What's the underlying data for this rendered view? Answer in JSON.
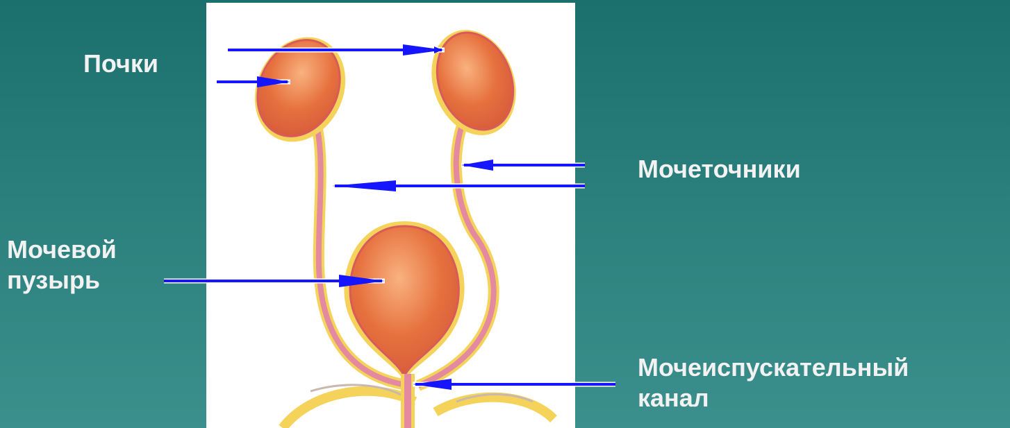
{
  "labels": {
    "kidneys": "Почки",
    "ureters": "Мочеточники",
    "bladder_line1": "Мочевой",
    "bladder_line2": "пузырь",
    "urethra_line1": "Мочеиспускательный",
    "urethra_line2": "канал"
  },
  "colors": {
    "background_top": "#1b6f6d",
    "background_bottom": "#3b8f8c",
    "label_text": "#f2f2f2",
    "arrow": "#1515ff",
    "organ": "#e4703f",
    "organ_outline": "#d85a5a",
    "organ_halo": "#f5d35a"
  },
  "figure": {
    "description_icons": [
      "kidney-icon",
      "ureter-icon",
      "bladder-icon",
      "urethra-icon"
    ]
  }
}
